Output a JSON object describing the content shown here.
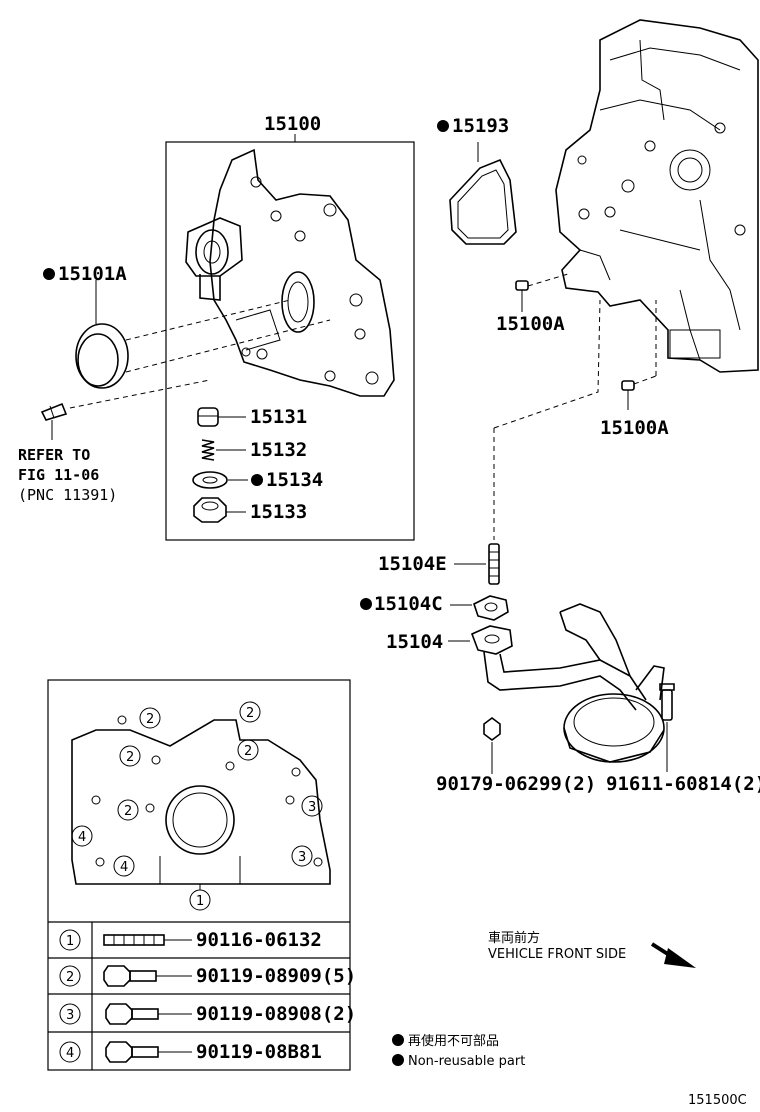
{
  "labels": {
    "pump_assembly": "15100",
    "gasket": "15193",
    "seal": "15101A",
    "pin_upper": "15100A",
    "pin_lower": "15100A",
    "p15131": "15131",
    "p15132": "15132",
    "p15134": "15134",
    "p15133": "15133",
    "p15104e": "15104E",
    "p15104c": "15104C",
    "p15104": "15104",
    "nut": "90179-06299(2)",
    "bolt": "91611-60814(2)"
  },
  "refer": {
    "line1": "REFER TO",
    "line2": "FIG 11-06",
    "line3": "(PNC 11391)"
  },
  "bolt_diagram": {
    "circle_numbers": [
      "2",
      "2",
      "2",
      "2",
      "2",
      "3",
      "3",
      "4",
      "4",
      "1"
    ],
    "table": [
      {
        "num": "1",
        "part": "90116-06132"
      },
      {
        "num": "2",
        "part": "90119-08909(5)"
      },
      {
        "num": "3",
        "part": "90119-08908(2)"
      },
      {
        "num": "4",
        "part": "90119-08B81"
      }
    ]
  },
  "direction": {
    "jp": "車両前方",
    "en": "VEHICLE FRONT SIDE"
  },
  "legend": {
    "jp": "再使用不可部品",
    "en": "Non-reusable part"
  },
  "figure_code": "151500C"
}
